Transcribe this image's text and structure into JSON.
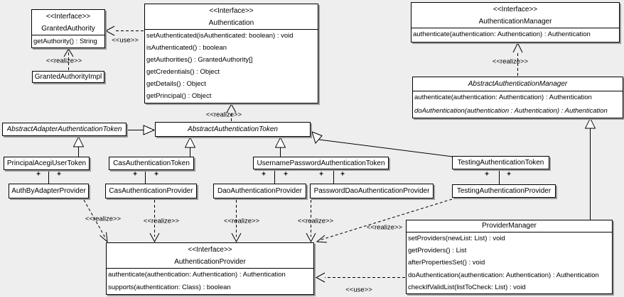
{
  "labels": {
    "realize": "&lt;&lt;realize&gt;&gt;",
    "realize_text": "<<realize>>",
    "use_text": "<<use>>",
    "plus": "+"
  },
  "classes": {
    "granted_authority": {
      "stereotype": "<<Interface>>",
      "name": "GrantedAuthority",
      "methods": [
        "getAuthority() : String"
      ]
    },
    "granted_authority_impl": {
      "name": "GrantedAuthorityImpl"
    },
    "authentication": {
      "stereotype": "<<Interface>>",
      "name": "Authentication",
      "methods": [
        "setAuthenticated(isAuthenticated: boolean) : void",
        "isAuthenticated() : boolean",
        "getAuthorities() : GrantedAuthority[]",
        "getCredentials() : Object",
        "getDetails() : Object",
        "getPrincipal() : Object"
      ]
    },
    "authentication_manager": {
      "stereotype": "<<Interface>>",
      "name": "AuthenticationManager",
      "methods": [
        "authenticate(authentication: Authentication) : Authentication"
      ]
    },
    "abstract_authentication_manager": {
      "name": "AbstractAuthenticationManager",
      "methods": [
        "authenticate(authentication: Authentication) : Authentication",
        "doAuthentication(authentication : Authentication) : Authentication"
      ]
    },
    "abstract_adapter_authentication_token": {
      "name": "AbstractAdapterAuthenticationToken"
    },
    "abstract_authentication_token": {
      "name": "AbstractAuthenticationToken"
    },
    "principal_acegi_user_token": {
      "name": "PrincipalAcegiUserToken"
    },
    "cas_authentication_token": {
      "name": "CasAuthenticationToken"
    },
    "username_password_authentication_token": {
      "name": "UsernamePasswordAuthenticationToken"
    },
    "testing_authentication_token": {
      "name": "TestingAuthenticationToken"
    },
    "auth_by_adapter_provider": {
      "name": "AuthByAdapterProvider"
    },
    "cas_authentication_provider": {
      "name": "CasAuthenticationProvider"
    },
    "dao_authentication_provider": {
      "name": "DaoAuthenticationProvider"
    },
    "password_dao_authentication_provider": {
      "name": "PasswordDaoAuthenticationProvider"
    },
    "testing_authentication_provider": {
      "name": "TestingAuthenticationProvider"
    },
    "provider_manager": {
      "name": "ProviderManager",
      "methods": [
        "setProviders(newList: List) : void",
        "getProviders() : List",
        "afterPropertiesSet() : void",
        "doAuthentication(authentication: Authentication) : Authentication",
        "checkIfValidList(listToCheck: List) : void"
      ]
    },
    "authentication_provider": {
      "stereotype": "<<Interface>>",
      "name": "AuthenticationProvider",
      "methods": [
        "authenticate(authentication: Authentication) : Authentication",
        "supports(authentication: Class) : boolean"
      ]
    }
  },
  "colors": {
    "background": "#eeeeee",
    "box_fill": "#ffffff",
    "box_border": "#000000",
    "line": "#000000",
    "shadow": "#9a9a9a"
  }
}
